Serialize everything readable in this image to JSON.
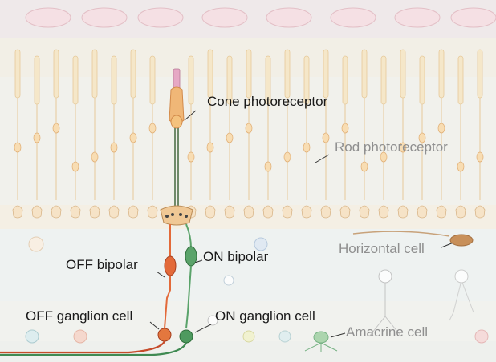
{
  "labels": {
    "cone": "Cone photoreceptor",
    "rod": "Rod photoreceptor",
    "horizontal": "Horizontal cell",
    "off_bipolar": "OFF bipolar",
    "on_bipolar": "ON bipolar",
    "off_ganglion": "OFF ganglion cell",
    "on_ganglion": "ON ganglion cell",
    "amacrine": "Amacrine cell"
  },
  "colors": {
    "background": "#f3f2ec",
    "rod_cell": "#f5e7c9",
    "rod_outline": "#e6c99a",
    "cone_highlight": "#f0b777",
    "cone_outer_segment": "#e6a8c4",
    "off_pathway": "#e36a3a",
    "on_pathway": "#5aa36a",
    "horizontal_cell": "#c8905a",
    "amacrine_cell": "#9ccf9f",
    "label_dark": "#1a1a1a",
    "label_grey": "#8f8f8f"
  }
}
